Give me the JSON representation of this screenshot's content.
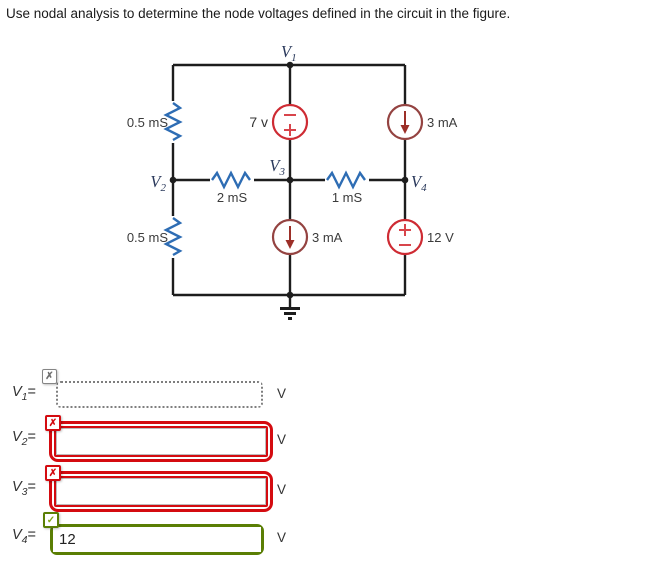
{
  "title": "Use nodal analysis to determine the node voltages defined in the circuit in the figure.",
  "circuit": {
    "node_labels": [
      {
        "base": "V",
        "sub": "1"
      },
      {
        "base": "V",
        "sub": "2"
      },
      {
        "base": "V",
        "sub": "3"
      },
      {
        "base": "V",
        "sub": "4"
      }
    ],
    "labels": {
      "r_left_top": "0.5 mS",
      "r_left_bottom": "0.5 mS",
      "vsrc_top": "7 v",
      "isrc_top": "3 mA",
      "r_mid_left": "2 mS",
      "r_mid_right": "1 mS",
      "isrc_mid": "3 mA",
      "vsrc_right": "12 V"
    }
  },
  "answers": {
    "equals": "=",
    "rows": [
      {
        "base": "V",
        "sub": "1",
        "value": "",
        "unit": "V",
        "status": "unanswered",
        "icon": "✗"
      },
      {
        "base": "V",
        "sub": "2",
        "value": "",
        "unit": "V",
        "status": "incorrect",
        "icon": "✗"
      },
      {
        "base": "V",
        "sub": "3",
        "value": "",
        "unit": "V",
        "status": "incorrect",
        "icon": "✗"
      },
      {
        "base": "V",
        "sub": "4",
        "value": "12",
        "unit": "V",
        "status": "correct",
        "icon": "✓"
      }
    ]
  },
  "colors": {
    "incorrect": "#d40b10",
    "correct_border": "#5a7e04",
    "correct_check": "#82a617",
    "unanswered_border": "#7e7e7e",
    "wire": "#1d1d1d",
    "resistor": "#2e6db4",
    "voltage_source": "#ce2b33",
    "current_source": "#944341",
    "node_label": "#2b3a5c"
  }
}
